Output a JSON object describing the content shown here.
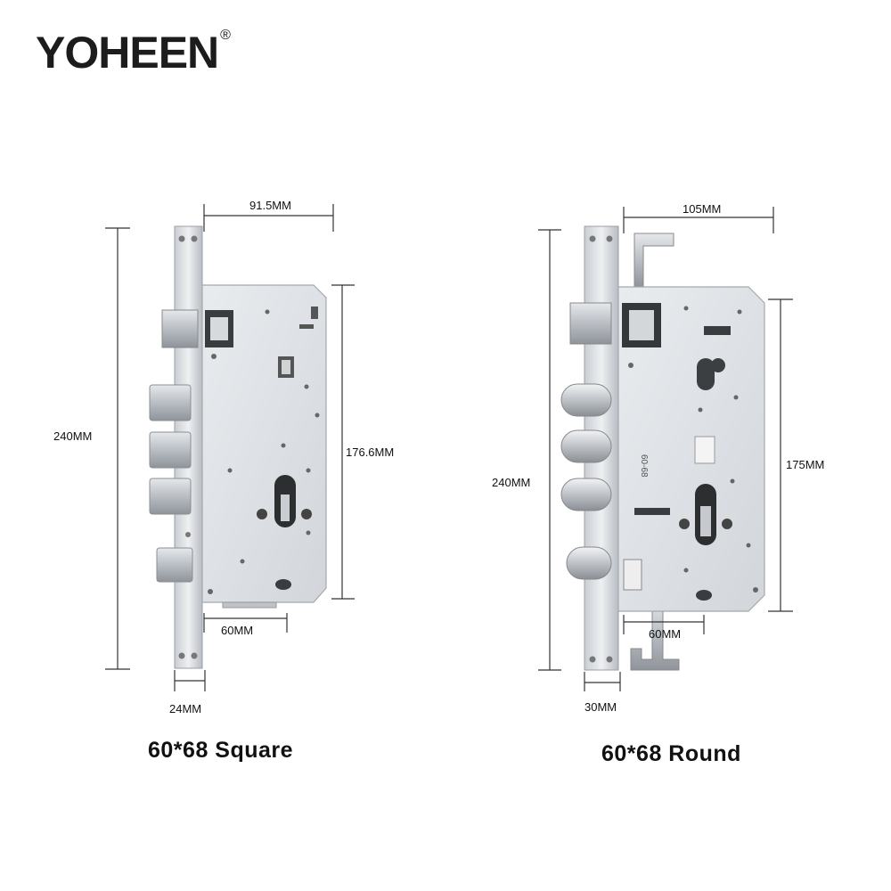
{
  "brand": {
    "name": "YOHEEN",
    "mark": "®"
  },
  "locks": [
    {
      "caption": "60*68 Square",
      "dims": {
        "body_width": "91.5MM",
        "total_height": "240MM",
        "body_height": "176.6MM",
        "backset": "60MM",
        "faceplate_width": "24MM"
      }
    },
    {
      "caption": "60*68 Round",
      "dims": {
        "body_width": "105MM",
        "total_height": "240MM",
        "body_height": "175MM",
        "backset": "60MM",
        "faceplate_width": "30MM"
      }
    }
  ],
  "colors": {
    "metal": "#d9dde2",
    "metal_dark": "#a9aeb4",
    "line": "#333333",
    "text": "#111111"
  }
}
